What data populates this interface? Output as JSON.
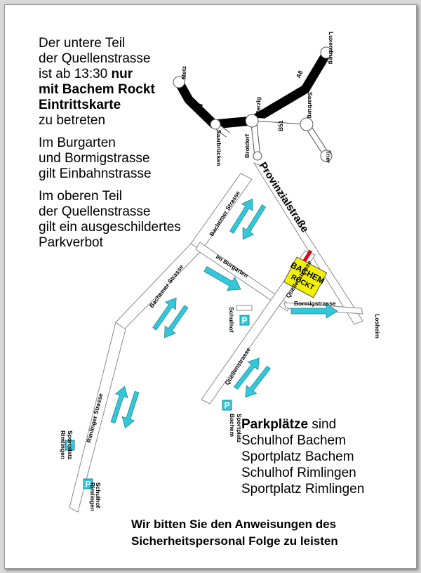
{
  "intro": {
    "lines": [
      "Der untere Teil",
      "der Quellenstrasse",
      "ist ab 13:30 ",
      "nur",
      "mit Bachem Rockt",
      "Eintrittskarte",
      "zu betreten",
      "Im Burgarten",
      "und Bormigstrasse",
      "gilt Einbahnstrasse",
      "Im oberen Teil",
      "der Quellenstrasse",
      "gilt ein ausgeschildertes",
      "Parkverbot"
    ]
  },
  "highways": {
    "a4": "A4",
    "a8": "A8",
    "b51": "B51"
  },
  "towns": {
    "metz": "Metz",
    "luxemburg": "Luxemburg",
    "merzig": "Merzig",
    "saarburg": "Saarburg",
    "saarbruecken": "Saarbrücken",
    "brotdorf": "Brotdorf",
    "trier": "Trier",
    "losheim": "Losheim"
  },
  "streets": {
    "provinzialstrasse": "Provinzialstraße",
    "bachemer_strasse_upper": "Bachemer Strasse",
    "bachemer_strasse_lower": "Bachemer Strasse",
    "im_burgarten": "Im Burgarten",
    "bormigstrasse": "Bormigstrasse",
    "quellenstrasse_upper": "Quellenstrasse",
    "quellenstrasse_lower": "Quellenstrasse",
    "rimlinger_strasse": "Rimlinger Strasse"
  },
  "parking_places": {
    "schulhof_bachem": "Schulhof",
    "sportplatz_bachem": [
      "Sportplatz",
      "Bachem"
    ],
    "sportplatz_rimlingen": [
      "Sportplatz",
      "Rimlingen"
    ],
    "schulhof_rimlingen": [
      "Schulhof",
      "Rimlingen"
    ],
    "p_symbol": "P"
  },
  "event_logo": {
    "line1": "BACHEM",
    "line2": "ROCKT"
  },
  "parking": {
    "heading": "Parkplätze",
    "heading_suffix": " sind",
    "items": [
      "Schulhof Bachem",
      "Sportplatz Bachem",
      "Schulhof Rimlingen",
      "Sportplatz Rimlingen"
    ]
  },
  "footer": {
    "lines": [
      "Wir bitten Sie den Anweisungen des",
      "Sicherheitspersonal Folge zu leisten"
    ]
  },
  "colors": {
    "arrow": "#33c7d9",
    "parking_sign": "#33c7d9",
    "highway": "#000000",
    "no_parking": "#e0001a",
    "logo_bg": "#f0f000"
  }
}
